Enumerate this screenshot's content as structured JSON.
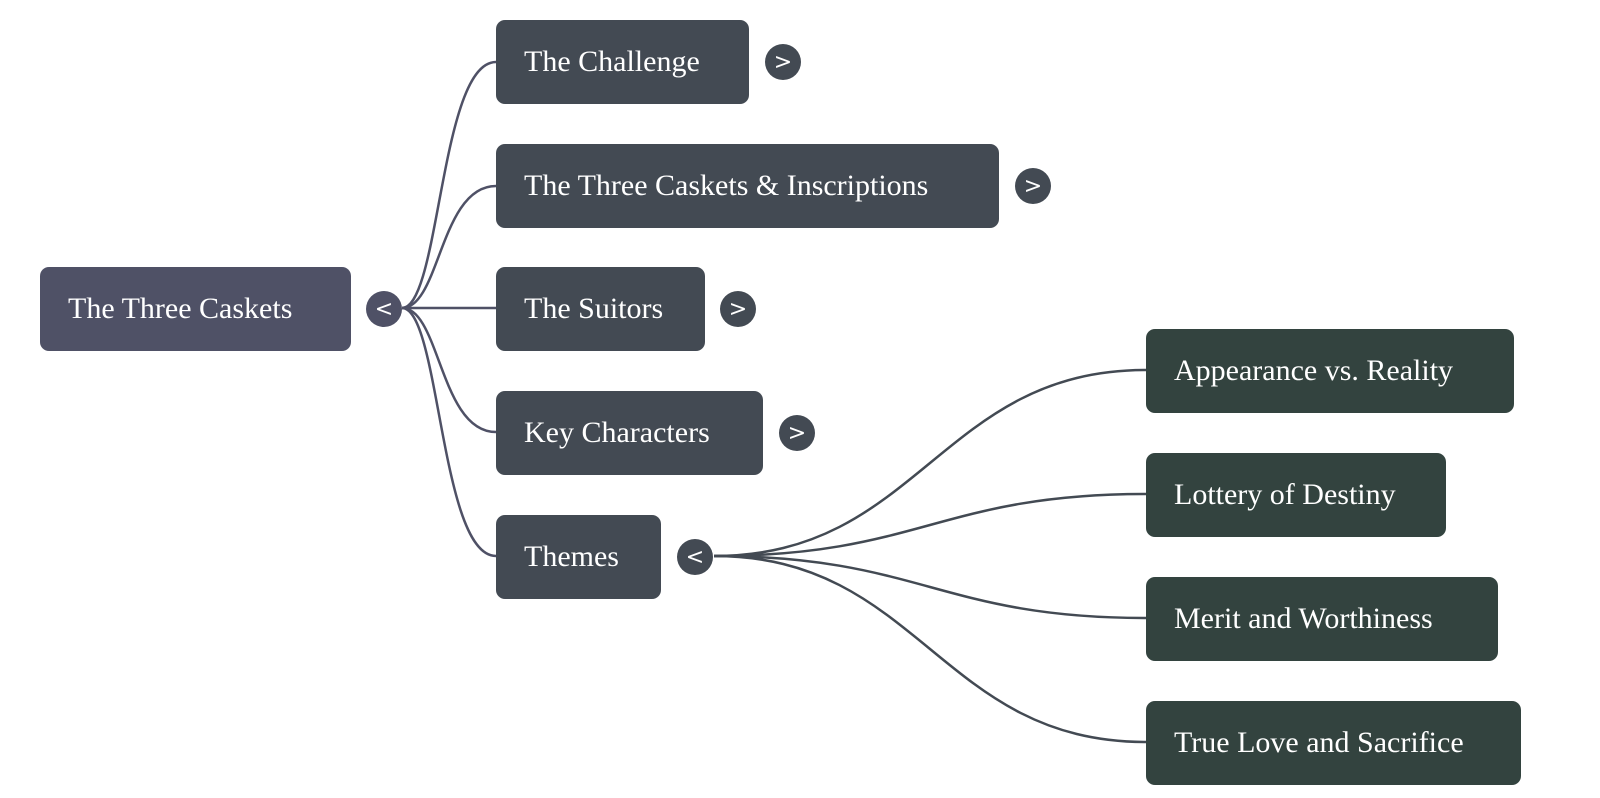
{
  "mindmap": {
    "root": {
      "label": "The Three Caskets",
      "toggle": "<"
    },
    "branches": [
      {
        "label": "The Challenge",
        "toggle": ">"
      },
      {
        "label": "The Three Caskets & Inscriptions",
        "toggle": ">"
      },
      {
        "label": "The Suitors",
        "toggle": ">"
      },
      {
        "label": "Key Characters",
        "toggle": ">"
      },
      {
        "label": "Themes",
        "toggle": "<"
      }
    ],
    "themes_children": [
      {
        "label": "Appearance vs. Reality"
      },
      {
        "label": "Lottery of Destiny"
      },
      {
        "label": "Merit and Worthiness"
      },
      {
        "label": "True Love and Sacrifice"
      }
    ],
    "colors": {
      "root": "#4f5166",
      "branch": "#434a53",
      "leaf": "#33433f",
      "link_root": "#4f5166",
      "link_themes": "#434a53"
    }
  }
}
